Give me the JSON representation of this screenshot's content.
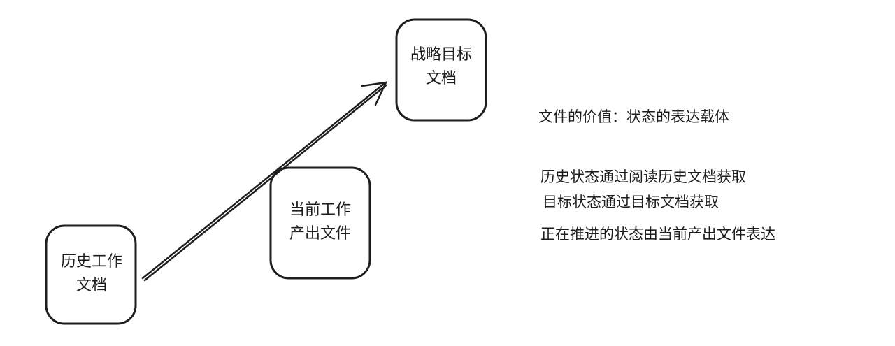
{
  "boxes": {
    "history": [
      "历史工作",
      "文档"
    ],
    "current": [
      "当前工作",
      "产出文件"
    ],
    "target": [
      "战略目标",
      "文档"
    ]
  },
  "notes": {
    "value": "文件的价值：状态的表达载体",
    "lines": [
      "历史状态通过阅读历史文档获取",
      "目标状态通过目标文档获取",
      "正在推进的状态由当前产出文件表达"
    ]
  }
}
